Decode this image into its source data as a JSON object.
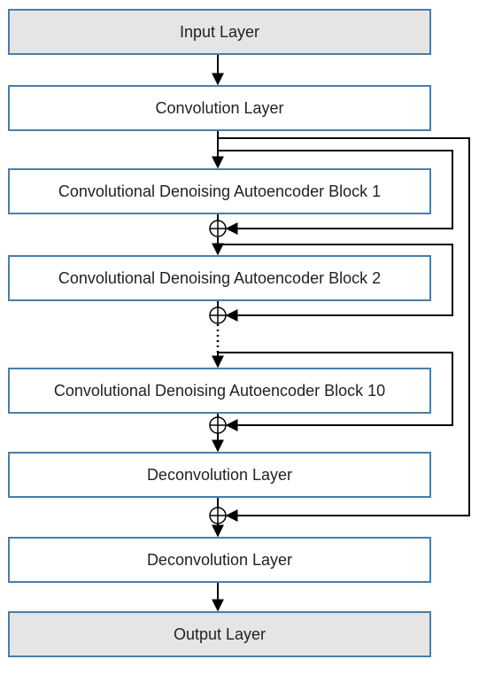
{
  "layers": [
    {
      "id": "input",
      "label": "Input Layer",
      "kind": "io"
    },
    {
      "id": "conv",
      "label": "Convolution Layer",
      "kind": "layer"
    },
    {
      "id": "cdae1",
      "label": "Convolutional Denoising Autoencoder Block 1",
      "kind": "layer"
    },
    {
      "id": "cdae2",
      "label": "Convolutional Denoising Autoencoder Block 2",
      "kind": "layer"
    },
    {
      "id": "cdae10",
      "label": "Convolutional Denoising Autoencoder Block 10",
      "kind": "layer"
    },
    {
      "id": "deconv1",
      "label": "Deconvolution Layer",
      "kind": "layer"
    },
    {
      "id": "deconv2",
      "label": "Deconvolution Layer",
      "kind": "layer"
    },
    {
      "id": "output",
      "label": "Output Layer",
      "kind": "io"
    }
  ],
  "sum_symbol": "⊕",
  "colors": {
    "box_border": "#4a7ea8",
    "io_fill": "#e5e5e5",
    "box_fill": "#ffffff",
    "line": "#000000"
  }
}
